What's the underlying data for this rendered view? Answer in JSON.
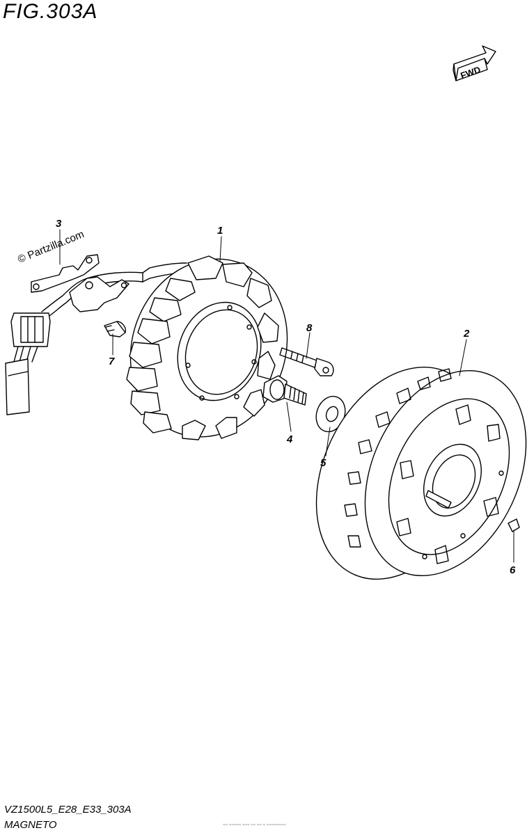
{
  "figure": {
    "title": "FIG.303A",
    "code": "VZ1500L5_E28_E33_303A",
    "name": "MAGNETO",
    "fwd_label": "FWD",
    "watermark": "© Partzilla.com",
    "fine_print": "~~ ~~~~~ ~~~ ~~ ~~ ~ ~~~~~~~~"
  },
  "callouts": [
    {
      "id": "1",
      "part": "stator"
    },
    {
      "id": "2",
      "part": "rotor"
    },
    {
      "id": "3",
      "part": "clamp"
    },
    {
      "id": "4",
      "part": "bolt"
    },
    {
      "id": "5",
      "part": "washer"
    },
    {
      "id": "6",
      "part": "key"
    },
    {
      "id": "7",
      "part": "screw"
    },
    {
      "id": "8",
      "part": "bolt"
    }
  ],
  "icons": {
    "fwd": "fwd-arrow-icon"
  }
}
